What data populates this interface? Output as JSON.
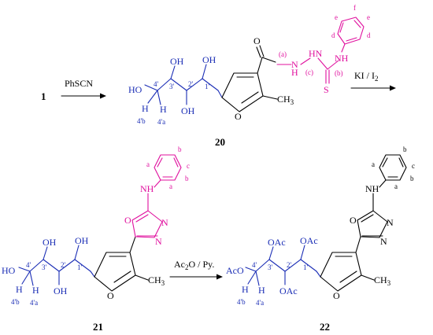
{
  "scheme": {
    "start_compound": "1",
    "step1_reagent": "PhSCN",
    "step2_reagent": "KI / I",
    "step2_reagent_sub": "2",
    "step3_reagent": "Ac",
    "step3_reagent_sub": "2",
    "step3_reagent_tail": "O / Py.",
    "compounds": [
      {
        "id": "20",
        "label": "20"
      },
      {
        "id": "21",
        "label": "21"
      },
      {
        "id": "22",
        "label": "22"
      }
    ]
  },
  "atoms": {
    "oh": "OH",
    "ho": "HO",
    "oac": "OAc",
    "aco": "AcO",
    "o": "O",
    "n": "N",
    "nh": "NH",
    "hn": "HN",
    "h": "H",
    "s": "S",
    "ch3": "CH",
    "ch3_sub": "3"
  },
  "locants": {
    "c4p": "4'",
    "c3p": "3'",
    "c2p": "2'",
    "c1p": "1'",
    "h4pb": "4'b",
    "h4pa": "4'a",
    "a": "(a)",
    "b": "(b)",
    "c": "(c)",
    "ring_a": "a",
    "ring_b": "b",
    "ring_c": "c",
    "ring_d": "d",
    "ring_e": "e",
    "ring_f": "f"
  },
  "colors": {
    "sugar": "#1a2db5",
    "side_chain": "#e0109e",
    "core": "#000000"
  }
}
